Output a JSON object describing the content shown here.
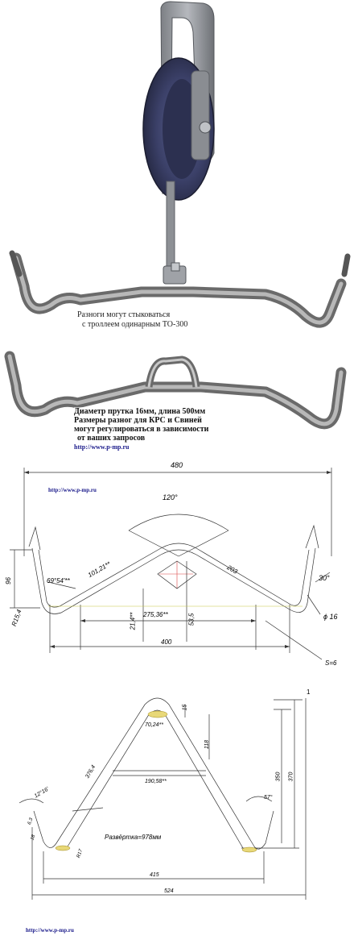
{
  "photo": {
    "caption_lines": [
      "Разноги могут стыковаться",
      "с троллеем одинарным ТО-300"
    ],
    "spec_lines": [
      "Диаметр прутка 16мм, длина 500мм",
      "Размеры разног для КРС и Свиней",
      "могут регулироваться в зависимости",
      "от ваших запросов"
    ],
    "url": "http://www.p-mp.ru"
  },
  "drawing1": {
    "url": "http://www.p-mp.ru",
    "dims": {
      "overall": "480",
      "angle_top": "120°",
      "angle_right": "30°",
      "angle_left": "69°54'**",
      "hook_height": "96",
      "radius": "R15,4",
      "arm_left": "101,21**",
      "arm_right": "203",
      "depth_a": "21,4**",
      "depth_b": "53,5",
      "inner": "275,36**",
      "bottom": "400",
      "diameter": "ϕ 16",
      "thickness": "S=6"
    }
  },
  "drawing2": {
    "url": "http://www.p-mp.ru",
    "marker": "1",
    "dims": {
      "top_a": "15",
      "top_b": "70,24**",
      "mid_h": "118",
      "height_a": "350",
      "height_b": "370",
      "arm": "376,4",
      "cross": "190,58**",
      "angle_left": "12°16'",
      "angle_right": "57°",
      "small_a": "6,3",
      "small_b": "18",
      "radius": "R17",
      "develop": "Развёртка=978мм",
      "inner": "415",
      "overall": "524"
    }
  }
}
